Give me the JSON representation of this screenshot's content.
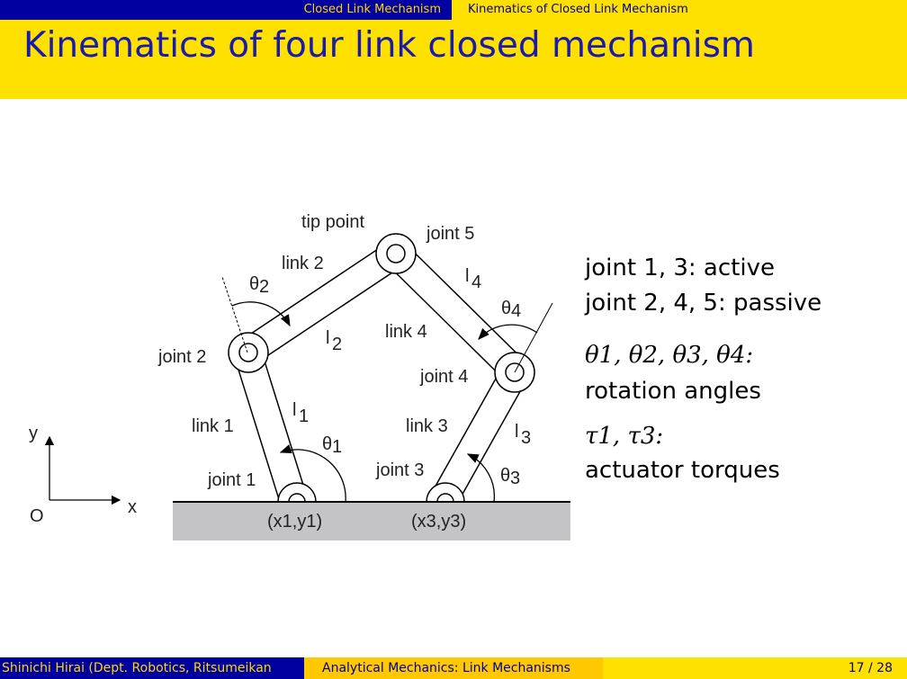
{
  "nav": {
    "section": "Closed Link Mechanism",
    "subsection": "Kinematics of Closed Link Mechanism"
  },
  "title": "Kinematics of four link closed mechanism",
  "diagram": {
    "tip_point": "tip point",
    "joint1": "joint 1",
    "joint2": "joint 2",
    "joint3": "joint 3",
    "joint4": "joint 4",
    "joint5": "joint 5",
    "link1": "link 1",
    "link2": "link 2",
    "link3": "link 3",
    "link4": "link 4",
    "l1": "l",
    "l2": "l",
    "l3": "l",
    "l4": "l",
    "sub1": "1",
    "sub2": "2",
    "sub3": "3",
    "sub4": "4",
    "theta": "θ",
    "p1": "(x1,y1)",
    "p3": "(x3,y3)",
    "x": "x",
    "y": "y",
    "o": "O"
  },
  "text": {
    "line1": "joint 1, 3: active",
    "line2": "joint 2, 4, 5: passive",
    "line3": "θ1, θ2, θ3, θ4:",
    "line4": "rotation angles",
    "line5": "τ1, τ3:",
    "line6": "actuator torques"
  },
  "footer": {
    "author": "Shinichi Hirai (Dept. Robotics, Ritsumeikan",
    "short_title": "Analytical Mechanics: Link Mechanisms",
    "page": "17 / 28"
  }
}
